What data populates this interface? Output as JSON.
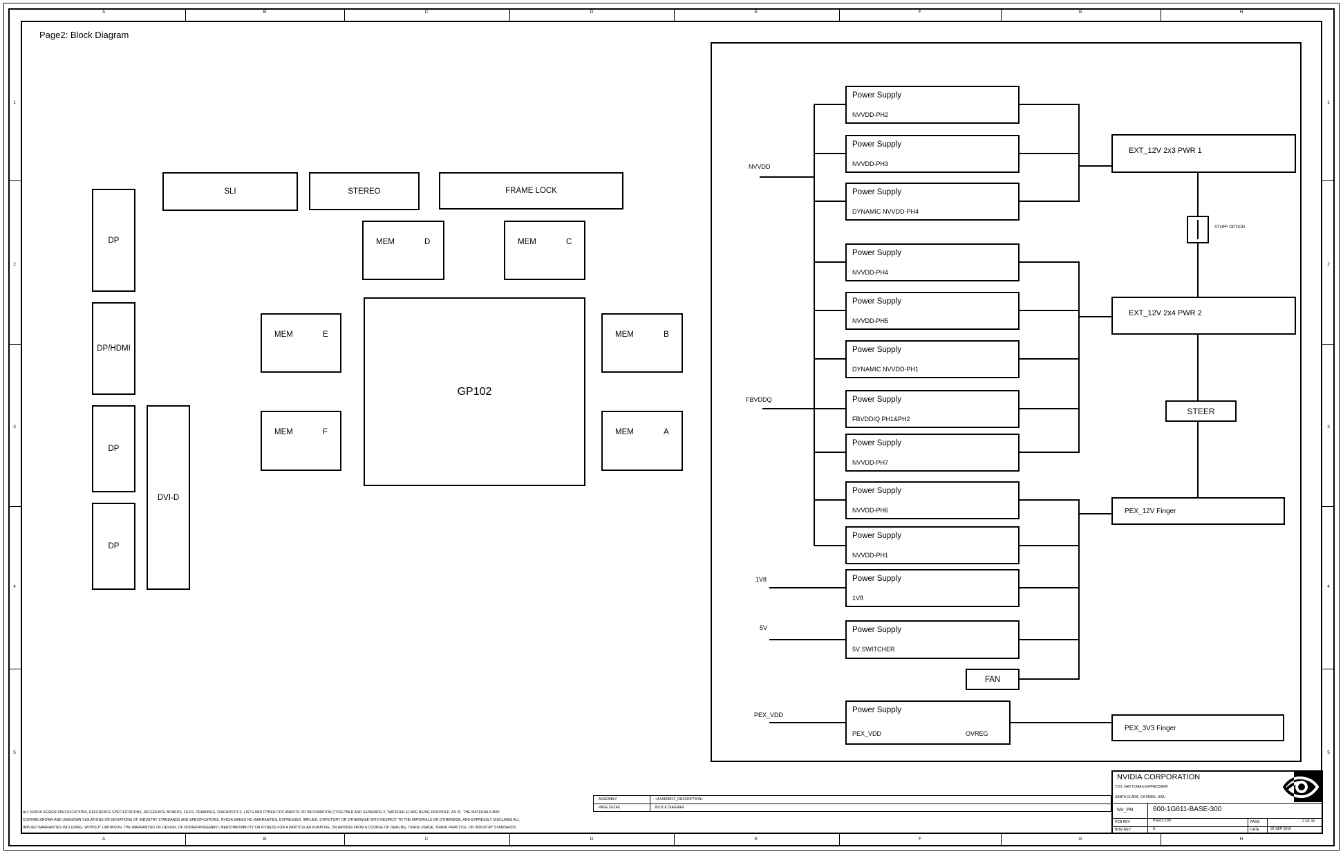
{
  "page_title": "Page2: Block Diagram",
  "border": {
    "columns": [
      "A",
      "B",
      "C",
      "D",
      "E",
      "F",
      "G",
      "H"
    ],
    "rows": [
      "1",
      "2",
      "3",
      "4",
      "5"
    ]
  },
  "connectors": {
    "dp1": "DP",
    "dp_hdmi": "DP/HDMI",
    "dp2": "DP",
    "dp3": "DP",
    "dvi": "DVI-D"
  },
  "top_blocks": {
    "sli": "SLI",
    "stereo": "STEREO",
    "frame_lock": "FRAME LOCK"
  },
  "gpu": "GP102",
  "mem": {
    "d": {
      "label": "MEM",
      "letter": "D"
    },
    "c": {
      "label": "MEM",
      "letter": "C"
    },
    "e": {
      "label": "MEM",
      "letter": "E"
    },
    "f": {
      "label": "MEM",
      "letter": "F"
    },
    "b": {
      "label": "MEM",
      "letter": "B"
    },
    "a": {
      "label": "MEM",
      "letter": "A"
    }
  },
  "rails": {
    "nvvdd": "NVVDD",
    "fbvddq": "FBVDDQ",
    "v1v8": "1V8",
    "v5": "5V",
    "pex_vdd": "PEX_VDD"
  },
  "supplies": {
    "title": "Power Supply",
    "items": [
      "NVVDD-PH2",
      "NVVDD-PH3",
      "DYNAMIC NVVDD-PH4",
      "NVVDD-PH4",
      "NVVDD-PH5",
      "DYNAMIC NVVDD-PH1",
      "FBVDD/Q PH1&PH2",
      "NVVDD-PH7",
      "NVVDD-PH6",
      "NVVDD-PH1",
      "1V8",
      "5V SWITCHER"
    ],
    "pex": {
      "sub": "PEX_VDD",
      "tag": "OVREG"
    }
  },
  "fan": "FAN",
  "right_blocks": {
    "pwr1": "EXT_12V 2x3 PWR 1",
    "stuff": "STUFF OPTION",
    "pwr2": "EXT_12V 2x4 PWR 2",
    "steer": "STEER",
    "pex12v": "PEX_12V Finger",
    "pex3v3": "PEX_3V3 Finger"
  },
  "assembly": {
    "row1_label": "ASSEMBLY",
    "row1_value": "<ASSEMBLY_DESCRIPTION>",
    "row2_label": "PAGE DETAIL",
    "row2_value": "BLOCK DIAGRAM"
  },
  "title_block": {
    "company": "NVIDIA CORPORATION",
    "addr1": "2701 SAN TOMAS EXPRESSWAY",
    "addr2": "SANTA CLARA, CA 95050, USA",
    "nv_pn_label": "NV_PN",
    "nv_pn": "600-1G611-BASE-300",
    "pcb_rev_label": "PCB REV",
    "pcb_rev": "PG611-C00",
    "page_label": "PAGE",
    "page": "2 OF 49",
    "bom_rev_label": "BOM REV",
    "bom_rev": "A",
    "date_label": "DATE",
    "date": "26-SEP-2016"
  },
  "disclaimer": [
    "ALL NVIDIA DESIGN SPECIFICATIONS, REFERENCE SPECIFICATIONS, REFERENCE BOARDS, FILES, DRAWINGS, DIAGNOSTICS, LISTS AND OTHER DOCUMENTS OR INFORMATION (TOGETHER AND SEPARATELY, 'MATERIALS') ARE BEING PROVIDED 'AS IS'. THE MATERIALS MAY",
    "CONTAIN KNOWN AND UNKNOWN VIOLATIONS OR DEVIATIONS OF INDUSTRY STANDARDS AND SPECIFICATIONS. NVIDIA MAKES NO WARRANTIES, EXPRESSED, IMPLIED, STATUTORY OR OTHERWISE WITH RESPECT TO THE MATERIALS OR OTHERWISE, AND EXPRESSLY DISCLAIMS ALL",
    "IMPLIED WARRANTIES INCLUDING, WITHOUT LIMITATION, THE WARRANTIES OF DESIGN, OF NONINFRINGEMENT, MERCHANTABILITY OR FITNESS FOR A PARTICULAR PURPOSE, OR ARISING FROM A COURSE OF DEALING, TRADE USAGE, TRADE PRACTICE, OR INDUSTRY STANDARDS."
  ]
}
